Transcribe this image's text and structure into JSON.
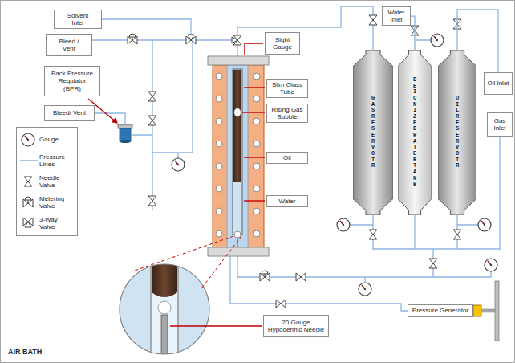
{
  "diagram": {
    "nodes": [
      {
        "text": [
          "Solvent Inlet"
        ]
      },
      {
        "text": [
          "Bleed / Vent"
        ]
      },
      {
        "text": [
          "Back Pressure Regulator (BPR)"
        ]
      },
      {
        "text": [
          "Bleed/ Vent"
        ]
      },
      {
        "text": [
          "Sight Gauge"
        ]
      },
      {
        "text": [
          "Water Inlet"
        ]
      },
      {
        "text": [
          "GAS RESERVOIR"
        ]
      },
      {
        "text": [
          "DEIONIZED WATER TANK"
        ]
      },
      {
        "text": [
          "OIL RESERVOIR"
        ]
      },
      {
        "text": [
          "Oil Inlet"
        ]
      },
      {
        "text": [
          "Slim Glass Tube"
        ]
      },
      {
        "text": [
          "Rising Gas Bubble"
        ]
      },
      {
        "text": [
          "Oil"
        ]
      },
      {
        "text": [
          "Water"
        ]
      },
      {
        "text": [
          "Gas Inlet"
        ]
      },
      {
        "text": [
          "Pressure Generator"
        ]
      },
      {
        "text": [
          "20 Gauge Hypodermic Needle"
        ]
      }
    ],
    "edges": [
      {
        "from": 5,
        "to": 7,
        "arrow": "none"
      },
      {
        "from": 9,
        "to": 8,
        "arrow": "none"
      }
    ],
    "labels": [
      "AIR BATH"
    ],
    "legend": [
      {
        "text": "Gauge"
      },
      {
        "text": "Pressure Lines"
      },
      {
        "text": "Needle Valve"
      },
      {
        "text": "Metering Valve"
      },
      {
        "text": "3-Way Valve"
      }
    ]
  }
}
